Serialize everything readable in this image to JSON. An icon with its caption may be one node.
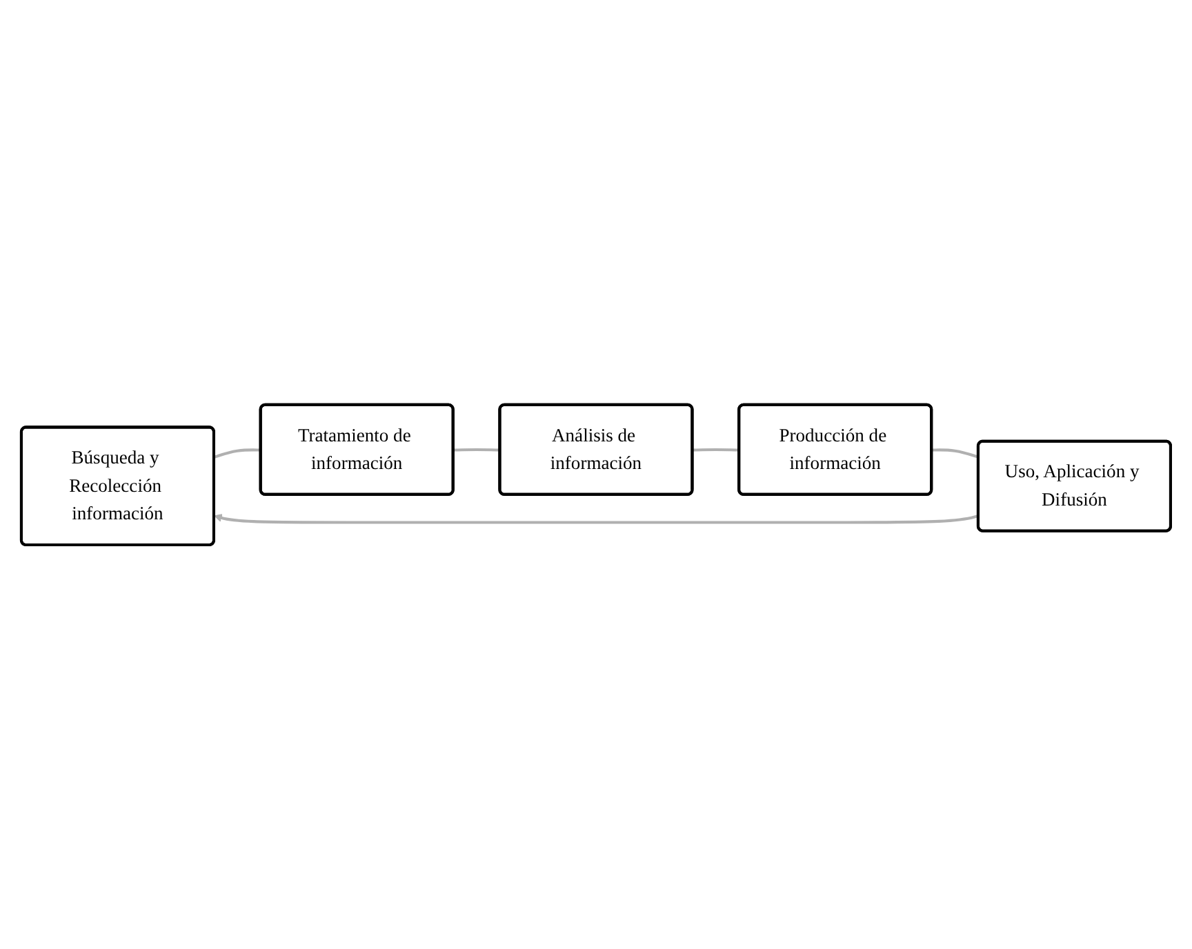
{
  "diagram": {
    "nodes": [
      {
        "text": [
          "Búsqueda y Recolección información"
        ]
      },
      {
        "text": [
          "Tratamiento de información"
        ]
      },
      {
        "text": [
          "Análisis de información"
        ]
      },
      {
        "text": [
          "Producción de información"
        ]
      },
      {
        "text": [
          "Uso, Aplicación y Difusión"
        ]
      }
    ],
    "edges": [
      {
        "from": 0,
        "to": 1,
        "arrow": "none"
      },
      {
        "from": 1,
        "to": 2,
        "arrow": "none"
      },
      {
        "from": 2,
        "to": 3,
        "arrow": "none"
      },
      {
        "from": 3,
        "to": 4,
        "arrow": "none"
      },
      {
        "from": 4,
        "to": 0,
        "arrow": "to"
      }
    ]
  }
}
